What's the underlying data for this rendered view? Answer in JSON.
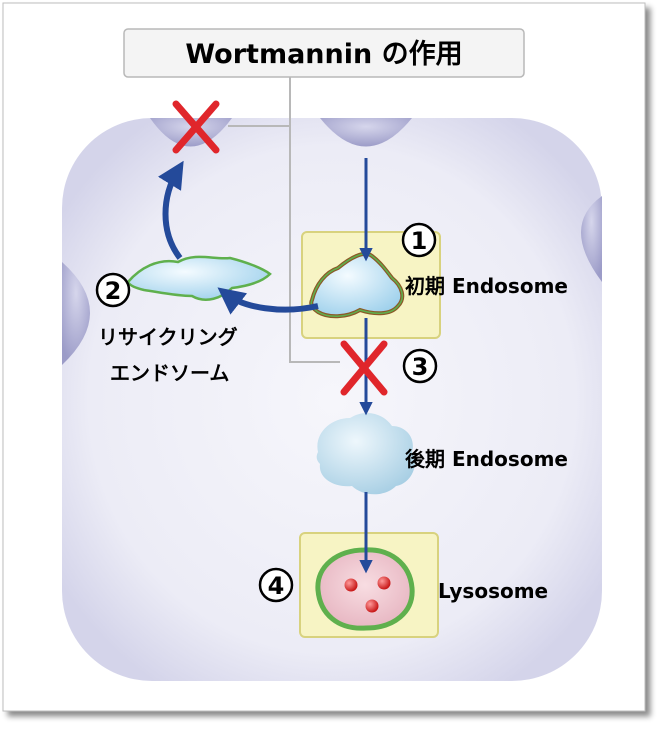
{
  "title": "Wortmannin の作用",
  "labels": {
    "early_endosome": "初期 Endosome",
    "late_endosome": "後期 Endosome",
    "lysosome": "Lysosome",
    "recycling_line1": "リサイクリング",
    "recycling_line2": "エンドソーム"
  },
  "markers": {
    "m1": "1",
    "m2": "2",
    "m3": "3",
    "m4": "4"
  },
  "colors": {
    "cell_fill": "#ececf6",
    "pit_fill": "#b4b4d6",
    "highlight_box": "#f7f4c4",
    "highlight_border": "#d8d27e",
    "arrow": "#244a9a",
    "cross": "#e0262b",
    "endosome": "#bfe1f3",
    "lysosome_fill": "#f0c8d0",
    "lysosome_rim": "#5fb04d",
    "dot": "#d42828"
  }
}
